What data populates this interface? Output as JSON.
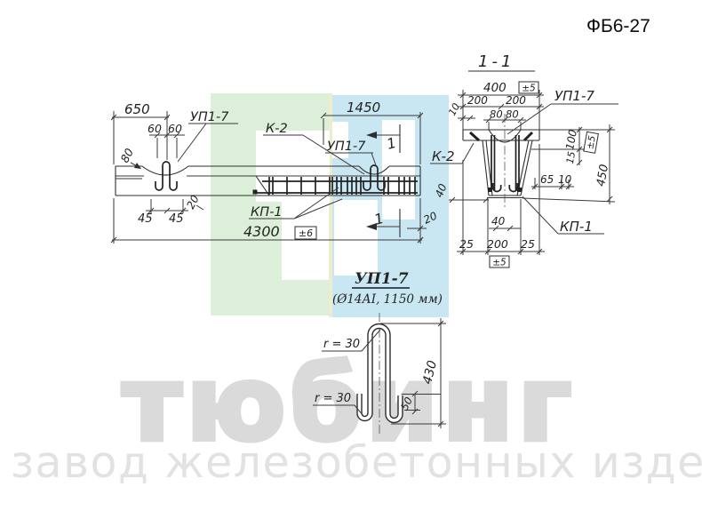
{
  "header": {
    "code": "ФБ6-27"
  },
  "watermark": {
    "big_text": "тюбинг",
    "small_text": "завод железобетонных изделий",
    "green_square_color": "#dcefd8",
    "blue_square_color": "#c9e7f3",
    "text_color": "#dadada"
  },
  "elevation": {
    "dim_650": "650",
    "dim_60a": "60",
    "dim_60b": "60",
    "label_up17_left": "УП1-7",
    "dim_80": "80",
    "label_k2": "К-2",
    "label_up17_mid": "УП1-7",
    "dim_1450": "1450",
    "section_mark_top": "1",
    "section_mark_bottom": "1",
    "label_kp1": "КП-1",
    "dim_4300": "4300",
    "tol_4300": "±6",
    "dim_20_right": "20",
    "dim_20_left": "20",
    "dim_45a": "45",
    "dim_45b": "45"
  },
  "section": {
    "title": "1-1",
    "dim_400": "400",
    "tol_400": "±5",
    "dim_200a": "200",
    "dim_200b": "200",
    "dim_10_left": "10",
    "dim_80a": "80",
    "dim_80b": "80",
    "label_up17": "УП1-7",
    "label_k2": "К-2",
    "dim_100": "100",
    "dim_15": "15",
    "tol_right": "±5",
    "dim_450": "450",
    "dim_40_left": "40",
    "dim_65": "65",
    "dim_10_right": "10",
    "dim_40_center": "40",
    "dim_25a": "25",
    "dim_200c": "200",
    "dim_25b": "25",
    "tol_bottom": "±5",
    "label_kp1": "КП-1"
  },
  "detail": {
    "title": "УП1-7",
    "subtitle": "(Ø14АІ, 1150 мм)",
    "radius_top": "r = 30",
    "radius_bottom": "r = 30",
    "dim_430": "430",
    "dim_50": "50"
  }
}
